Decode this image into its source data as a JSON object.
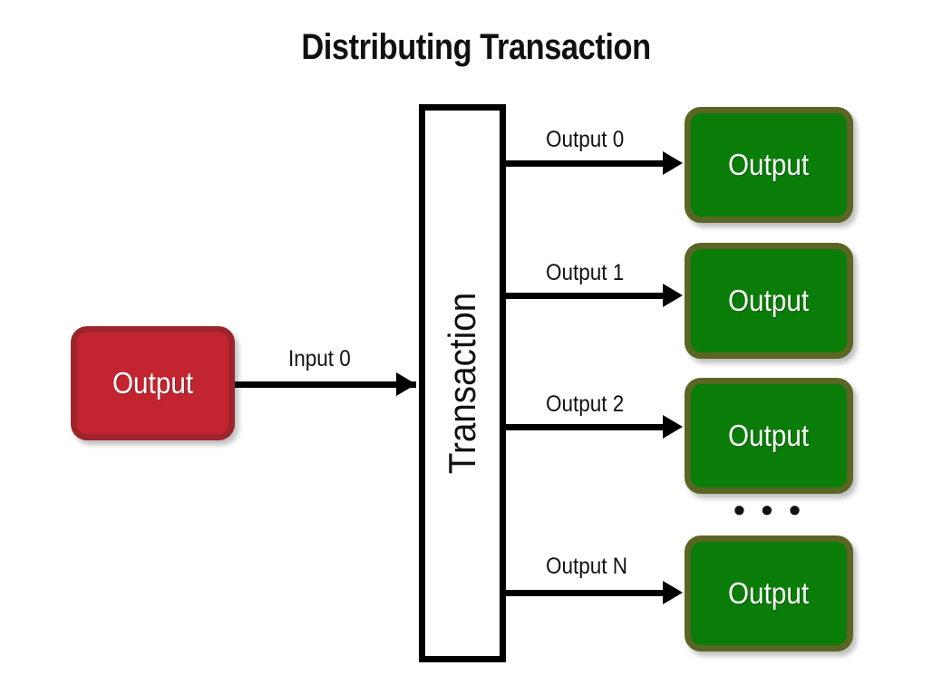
{
  "title": "Distributing Transaction",
  "background_color": "#ffffff",
  "colors": {
    "input_fill": "#C32530",
    "input_border": "#9E242C",
    "output_fill": "#0A7D09",
    "output_border": "#5B6524",
    "bar_fill": "#ffffff",
    "bar_border": "#000000",
    "connector": "#000000",
    "text_dark": "#111111",
    "text_light": "#ffffff"
  },
  "input_node": {
    "label": "Output"
  },
  "transaction": {
    "label": "Transaction"
  },
  "connectors": {
    "input": {
      "label": "Input 0"
    },
    "outputs": [
      {
        "label": "Output 0"
      },
      {
        "label": "Output 1"
      },
      {
        "label": "Output 2"
      },
      {
        "label": "Output N"
      }
    ]
  },
  "output_nodes": [
    {
      "label": "Output"
    },
    {
      "label": "Output"
    },
    {
      "label": "Output"
    },
    {
      "label": "Output"
    }
  ],
  "ellipsis": "• • •"
}
